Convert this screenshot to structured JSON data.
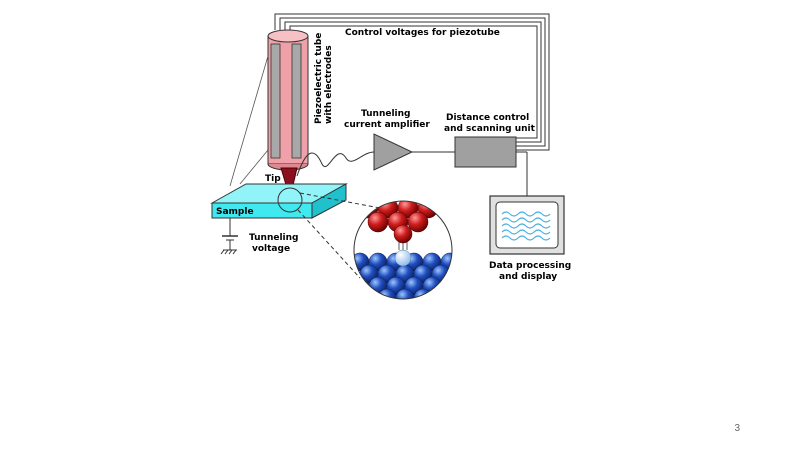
{
  "labels": {
    "control_voltages": "Control voltages for piezotube",
    "piezo_line1": "Piezoelectric tube",
    "piezo_line2": "with electrodes",
    "tunneling_amp_line1": "Tunneling",
    "tunneling_amp_line2": "current amplifier",
    "distance_line1": "Distance control",
    "distance_line2": "and scanning unit",
    "tip": "Tip",
    "sample": "Sample",
    "tunneling_voltage_line1": "Tunneling",
    "tunneling_voltage_line2": "voltage",
    "data_line1": "Data processing",
    "data_line2": "and display"
  },
  "page_number": "3",
  "colors": {
    "piezo_tube": "#f0a0a8",
    "piezo_electrode": "#a8a8a8",
    "tip": "#8a1020",
    "sample": "#40e8f0",
    "amplifier": "#a0a0a0",
    "control_unit": "#a0a0a0",
    "screen_wave": "#50b0e0",
    "tip_atoms": "#c01818",
    "sample_atoms": "#1848b0"
  }
}
